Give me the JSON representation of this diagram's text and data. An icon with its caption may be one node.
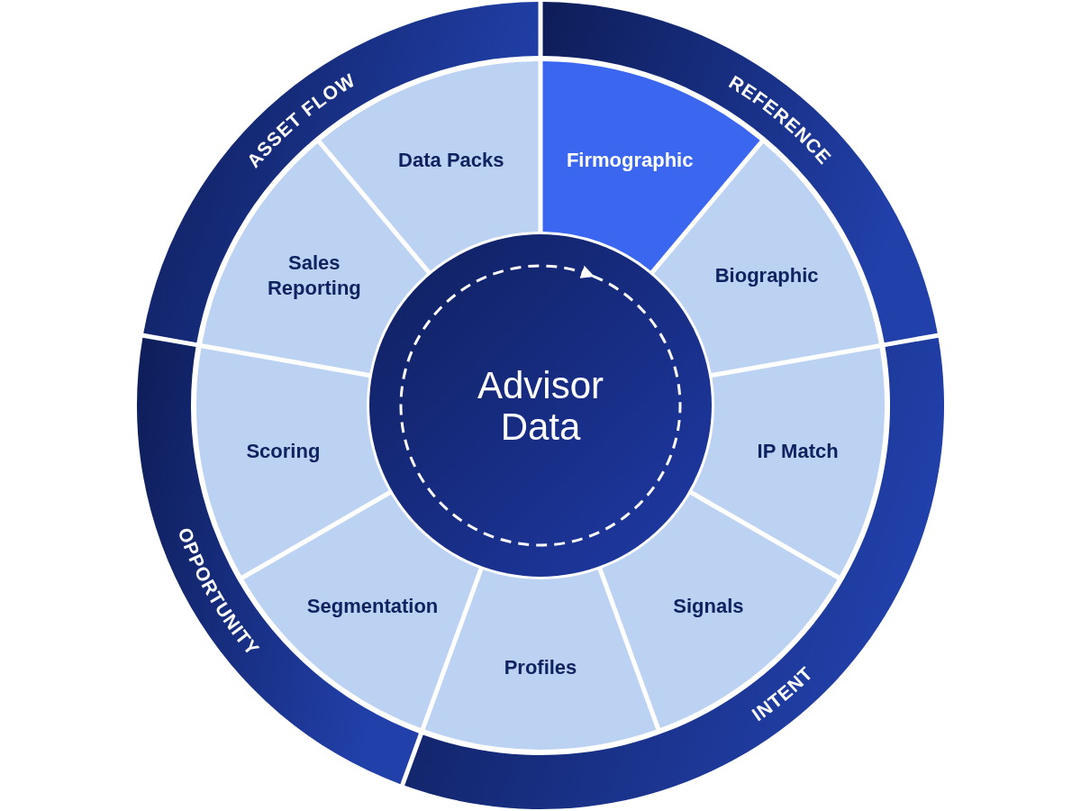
{
  "diagram": {
    "nodes": [
      {
        "text": [
          "ASSET FLOW"
        ]
      },
      {
        "text": [
          "REFERENCE"
        ]
      },
      {
        "text": [
          "INTENT"
        ]
      },
      {
        "text": [
          "OPPORTUNITY"
        ]
      },
      {
        "text": [
          "Data Packs"
        ]
      },
      {
        "text": [
          "Firmographic"
        ]
      },
      {
        "text": [
          "Biographic"
        ]
      },
      {
        "text": [
          "IP Match"
        ]
      },
      {
        "text": [
          "Signals"
        ]
      },
      {
        "text": [
          "Profiles"
        ]
      },
      {
        "text": [
          "Segmentation"
        ]
      },
      {
        "text": [
          "Scoring"
        ]
      },
      {
        "text": [
          "Sales Reporting"
        ]
      },
      {
        "text": [
          "Advisor Data"
        ]
      }
    ]
  }
}
